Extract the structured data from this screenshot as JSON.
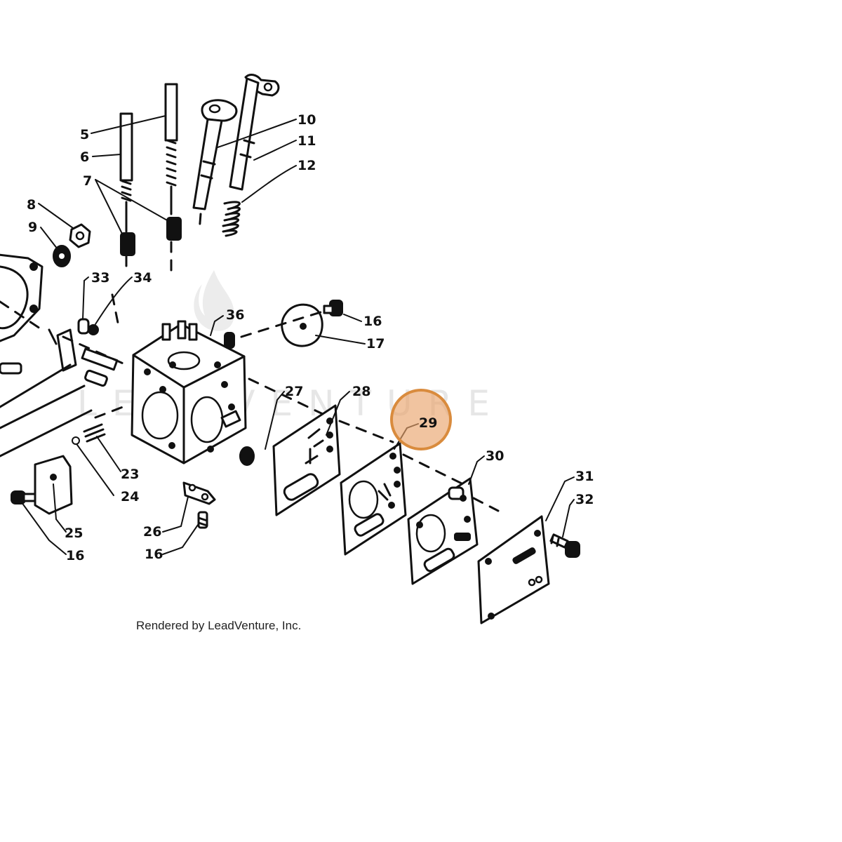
{
  "watermark": {
    "text": "LEADVENTURE"
  },
  "credit": "Rendered by LeadVenture, Inc.",
  "highlight": {
    "label": "29",
    "color": "#e9a56d",
    "ring_color": "#d98b3d"
  },
  "callouts": {
    "c5": "5",
    "c6": "6",
    "c7": "7",
    "c8": "8",
    "c9": "9",
    "c10": "10",
    "c11": "11",
    "c12": "12",
    "c16a": "16",
    "c16b": "16",
    "c16c": "16",
    "c17": "17",
    "c23": "23",
    "c24": "24",
    "c25": "25",
    "c26": "26",
    "c27": "27",
    "c28": "28",
    "c30": "30",
    "c31": "31",
    "c32": "32",
    "c33": "33",
    "c34": "34",
    "c36": "36"
  }
}
